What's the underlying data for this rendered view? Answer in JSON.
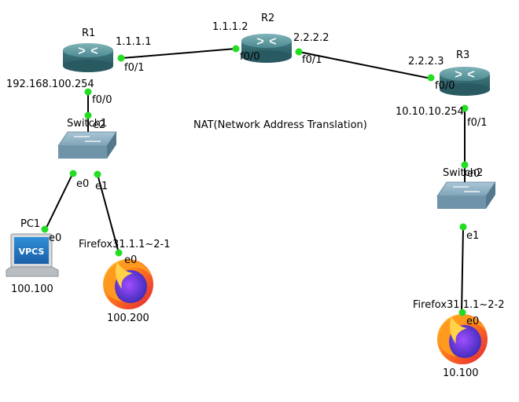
{
  "title": "NAT(Network Address Translation)",
  "nodes": {
    "r1": {
      "name": "R1",
      "ip_top": "1.1.1.1",
      "ip_bottom": "192.168.100.254"
    },
    "r2": {
      "name": "R2",
      "ip_left": "1.1.1.2",
      "ip_right": "2.2.2.2"
    },
    "r3": {
      "name": "R3",
      "ip_left": "2.2.2.3",
      "ip_bottom": "10.10.10.254"
    },
    "switch1": {
      "name": "Switch1"
    },
    "switch2": {
      "name": "Switch2"
    },
    "pc1": {
      "name": "PC1",
      "badge": "VPCS",
      "caption": "100.100"
    },
    "firefox1": {
      "name": "Firefox31.1.1~2-1",
      "caption": "100.200"
    },
    "firefox2": {
      "name": "Firefox31.1.1~2-2",
      "caption": "10.100"
    }
  },
  "ports": {
    "r1_f01": "f0/1",
    "r1_f00": "f0/0",
    "r2_f00": "f0/0",
    "r2_f01": "f0/1",
    "r3_f00": "f0/0",
    "r3_f01": "f0/1",
    "sw1_e2": "e2",
    "sw1_e0": "e0",
    "sw1_e1": "e1",
    "pc1_e0": "e0",
    "ff1_e0": "e0",
    "sw2_e0": "e0",
    "sw2_e1": "e1",
    "ff2_e0": "e0"
  }
}
